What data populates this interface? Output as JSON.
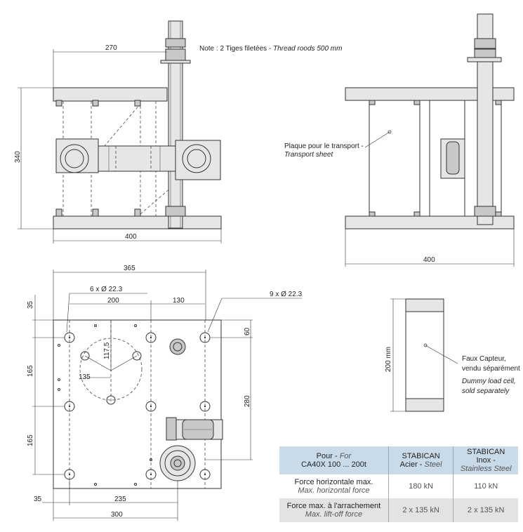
{
  "front_view": {
    "note_prefix": "Note : 2 Tiges filetées - ",
    "note_en": "Thread roods 500 mm",
    "dim_width_top": "270",
    "dim_height": "340",
    "dim_width_bottom": "400"
  },
  "side_view": {
    "label_fr": "Plaque pour le transport -",
    "label_en": "Transport sheet",
    "dim_width": "400"
  },
  "top_view": {
    "dim_overall": "365",
    "holes_6": "6 x Ø 22.3",
    "holes_9": "9 x Ø 22.3",
    "dim_200": "200",
    "dim_130": "130",
    "dim_35_top": "35",
    "dim_60": "60",
    "dim_165_a": "165",
    "dim_165_b": "165",
    "dim_280": "280",
    "dim_117_5": "117,5",
    "dim_135": "135",
    "dim_35_bottom": "35",
    "dim_235": "235",
    "dim_300": "300"
  },
  "dummy_cell": {
    "dim": "200 mm",
    "label_fr_1": "Faux Capteur,",
    "label_fr_2": "vendu séparément",
    "label_en_1": "Dummy load cell,",
    "label_en_2": "sold separately"
  },
  "spec_table": {
    "header": {
      "col1_fr": "Pour - ",
      "col1_en": "For",
      "col1_model": "CA40X 100 ... 200t",
      "col2_line1": "STABICAN",
      "col2_line2": "Acier - ",
      "col2_line2_en": "Steel",
      "col3_line1": "STABICAN",
      "col3_line2": "Inox -",
      "col3_line3": "Stainless Steel"
    },
    "rows": [
      {
        "label_fr": "Force horizontale max.",
        "label_en": "Max. horizontal force",
        "steel": "180 kN",
        "inox": "110 kN"
      },
      {
        "label_fr": "Force max. à l'arrachement",
        "label_en": "Max. lift-off force",
        "steel": "2 x 135 kN",
        "inox": "2 x 135 kN"
      }
    ]
  },
  "colors": {
    "header_bg": "#c9dbe9",
    "alt_row_bg": "#e3e3e3",
    "part_gray": "#c8c8c8"
  }
}
